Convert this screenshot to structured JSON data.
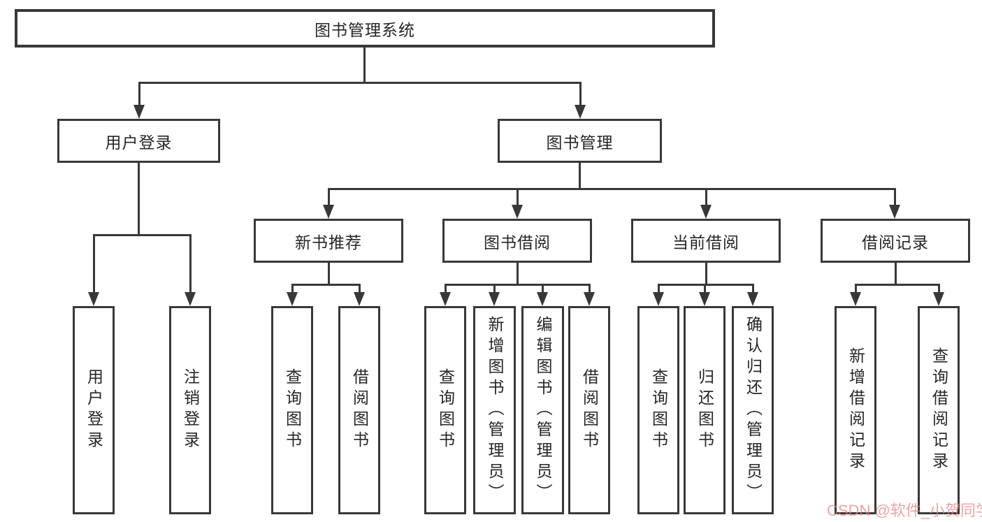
{
  "tree": {
    "root": "图书管理系统",
    "branches": [
      {
        "label": "用户登录",
        "children": [
          "用户登录",
          "注销登录"
        ]
      },
      {
        "label": "图书管理",
        "children": [
          {
            "label": "新书推荐",
            "children": [
              "查询图书",
              "借阅图书"
            ]
          },
          {
            "label": "图书借阅",
            "children": [
              "查询图书",
              "新增图书（管理员）",
              "编辑图书（管理员）",
              "借阅图书"
            ]
          },
          {
            "label": "当前借阅",
            "children": [
              "查询图书",
              "归还图书",
              "确认归还（管理员）"
            ]
          },
          {
            "label": "借阅记录",
            "children": [
              "新增借阅记录",
              "查询借阅记录"
            ]
          }
        ]
      }
    ]
  },
  "watermark": "CSDN @软件_小贺同学",
  "colors": {
    "line": "#383838",
    "box_border": "#383838",
    "text": "#262626",
    "watermark": "#e88080",
    "background": "#ffffff"
  }
}
